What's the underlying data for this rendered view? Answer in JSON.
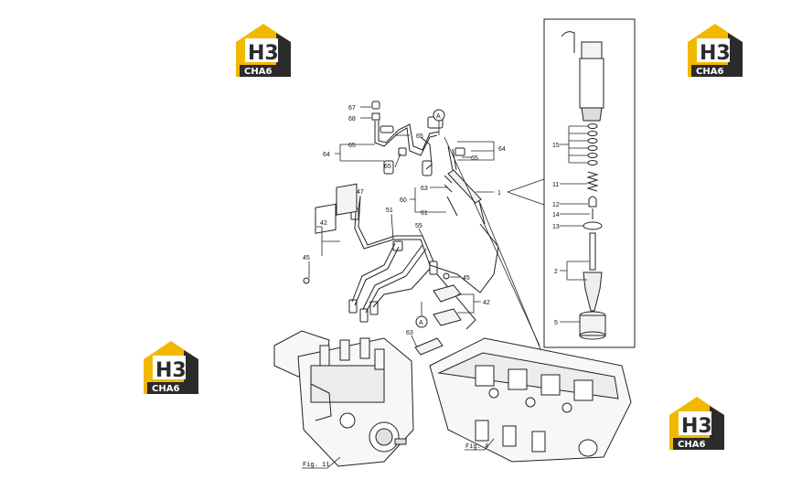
{
  "logos": [
    {
      "letters": "H3",
      "caption": "CHA6"
    },
    {
      "letters": "H3",
      "caption": "CHA6"
    },
    {
      "letters": "H3",
      "caption": "CHA6"
    },
    {
      "letters": "H3",
      "caption": "CHA6"
    }
  ],
  "colors": {
    "logo_yellow": "#f2b800",
    "logo_dark": "#2b2b2b",
    "line": "#222222"
  },
  "callouts": {
    "c67": "67",
    "c68": "68",
    "c65a": "65",
    "c65b": "65",
    "c65c": "65",
    "c65d": "65",
    "c64a": "64",
    "c64b": "64",
    "c63a": "63",
    "c63b": "63",
    "c60": "60",
    "c61": "61",
    "c1": "1",
    "c47": "47",
    "c51": "51",
    "c55": "55",
    "c42a": "42",
    "c42b": "42",
    "c45a": "45",
    "c45b": "45",
    "cA1": "A",
    "cA2": "A",
    "c15": "15",
    "c11": "11",
    "c12": "12",
    "c14": "14",
    "c13": "13",
    "c2": "2",
    "c5": "5"
  },
  "figure_refs": {
    "fig11": "Fig. 11",
    "fig4": "Fig. 4"
  }
}
